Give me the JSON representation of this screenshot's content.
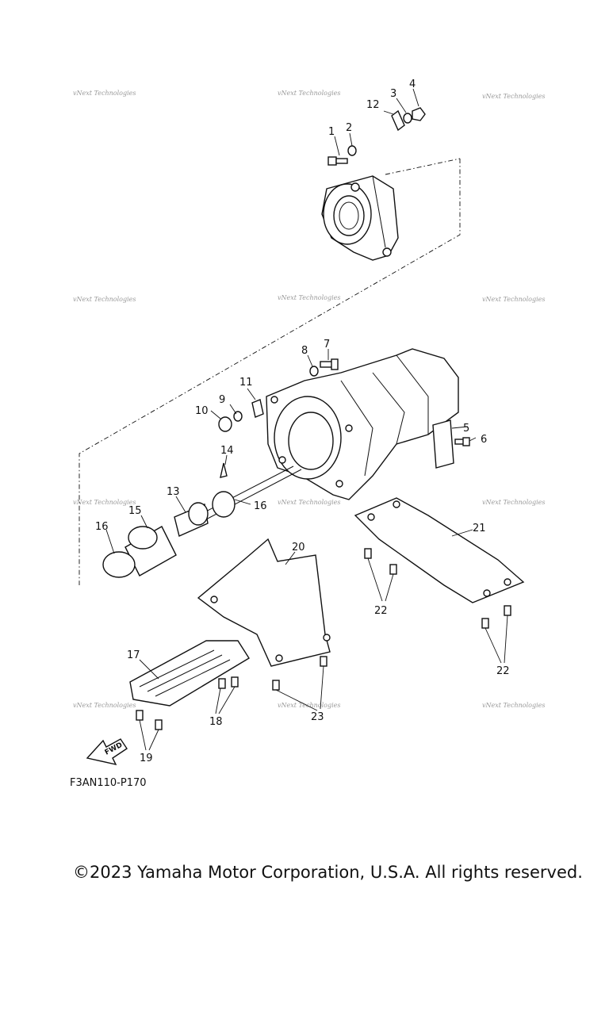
{
  "diagram": {
    "figure_code": "F3AN110-P170",
    "copyright": "©2023 Yamaha Motor Corporation, U.S.A. All rights reserved.",
    "fwd_label": "FWD",
    "watermark": "vNext Technologies",
    "callouts": [
      "1",
      "2",
      "3",
      "4",
      "5",
      "6",
      "7",
      "8",
      "9",
      "10",
      "11",
      "12",
      "13",
      "14",
      "15",
      "16",
      "16",
      "17",
      "18",
      "19",
      "20",
      "21",
      "22",
      "22",
      "23"
    ]
  }
}
